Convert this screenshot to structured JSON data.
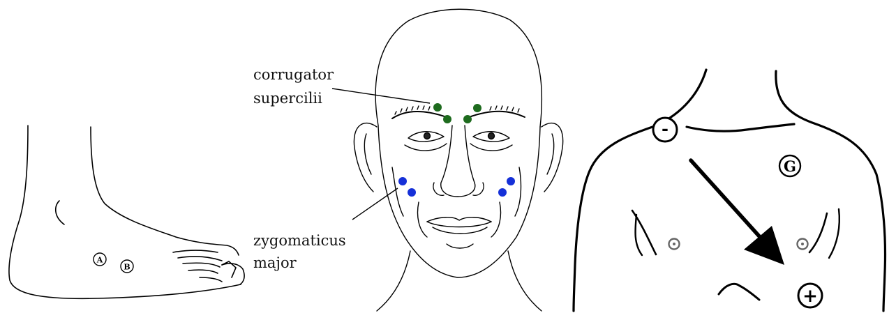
{
  "foot": {
    "electrode_a": "A",
    "electrode_b": "B"
  },
  "face": {
    "label_corrugator_line1": "corrugator",
    "label_corrugator_line2": "supercilii",
    "label_zygomaticus_line1": "zygomaticus",
    "label_zygomaticus_line2": "major",
    "corrugator_dot_color": "#1e6b1e",
    "zygomaticus_dot_color": "#1530d8"
  },
  "chest": {
    "negative_electrode": "-",
    "ground_electrode": "G",
    "positive_electrode": "+"
  }
}
